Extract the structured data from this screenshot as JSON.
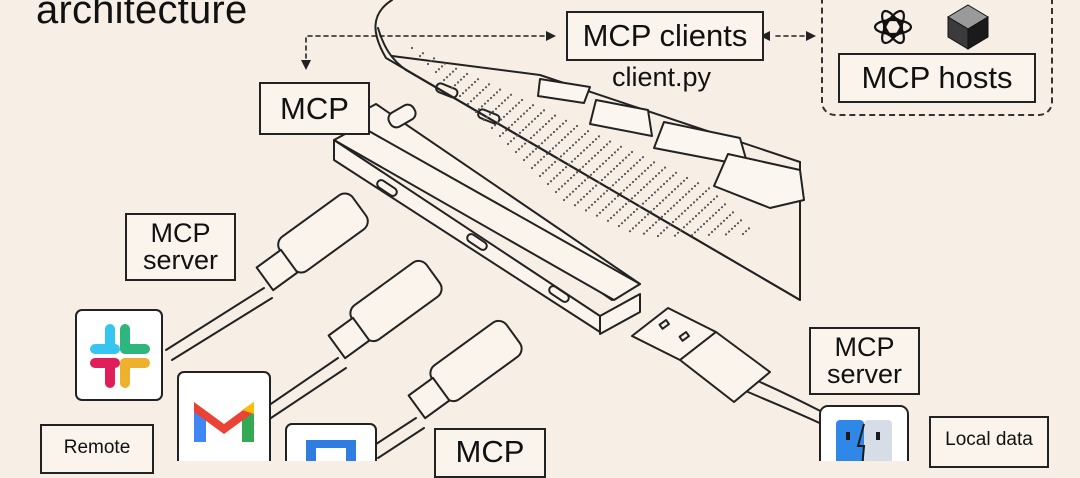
{
  "diagram": {
    "title": "architecture",
    "mcp_clients": "MCP clients",
    "client_file": "client.py",
    "mcp_hosts": "MCP hosts",
    "mcp": "MCP",
    "mcp_server_left": [
      "MCP",
      "server"
    ],
    "mcp_server_right": [
      "MCP",
      "server"
    ],
    "remote": "Remote",
    "mcp_bottom": "MCP",
    "local_data": "Local data"
  },
  "colors": {
    "background": "#f7efe6",
    "line": "#222222",
    "slack": [
      "#36c5f0",
      "#2eb67d",
      "#ecb22e",
      "#e01e5a"
    ],
    "gmail": [
      "#ea4335",
      "#4285f4",
      "#34a853",
      "#fbbc04"
    ],
    "finder": "#2f88e8"
  },
  "icons": [
    "openai-icon",
    "host-cube-icon",
    "slack-icon",
    "gmail-icon",
    "calendar-icon",
    "finder-icon"
  ]
}
